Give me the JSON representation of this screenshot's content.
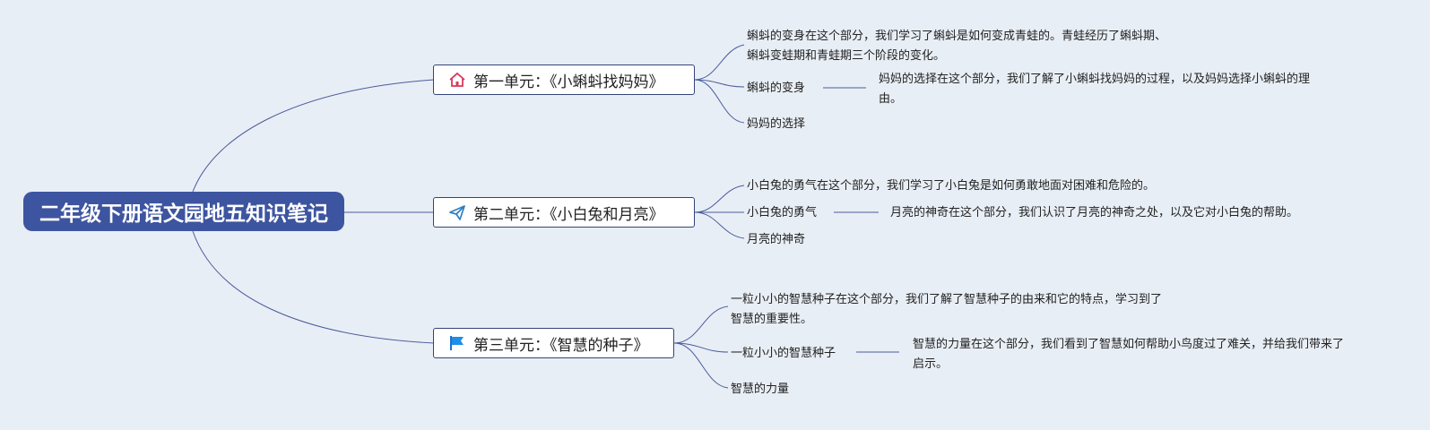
{
  "root": {
    "title": "二年级下册语文园地五知识笔记"
  },
  "units": [
    {
      "title": "第一单元：《小蝌蚪找妈妈》",
      "icon": "home-icon",
      "desc": "蝌蚪的变身在这个部分，我们学习了蝌蚪是如何变成青蛙的。青蛙经历了蝌蚪期、蝌蚪变蛙期和青蛙期三个阶段的变化。",
      "sub1": "蝌蚪的变身",
      "sub1_note": "妈妈的选择在这个部分，我们了解了小蝌蚪找妈妈的过程，以及妈妈选择小蝌蚪的理由。",
      "sub2": "妈妈的选择"
    },
    {
      "title": "第二单元：《小白兔和月亮》",
      "icon": "paper-plane-icon",
      "desc": "小白兔的勇气在这个部分，我们学习了小白兔是如何勇敢地面对困难和危险的。",
      "sub1": "小白兔的勇气",
      "sub1_note": "月亮的神奇在这个部分，我们认识了月亮的神奇之处，以及它对小白兔的帮助。",
      "sub2": "月亮的神奇"
    },
    {
      "title": "第三单元：《智慧的种子》",
      "icon": "flag-icon",
      "desc": "一粒小小的智慧种子在这个部分，我们了解了智慧种子的由来和它的特点，学习到了智慧的重要性。",
      "sub1": "一粒小小的智慧种子",
      "sub1_note": "智慧的力量在这个部分，我们看到了智慧如何帮助小鸟度过了难关，并给我们带来了启示。",
      "sub2": "智慧的力量"
    }
  ],
  "colors": {
    "root_bg": "#3d55a0",
    "line": "#4a5c9c",
    "border": "#34447a",
    "background": "#e8eef5"
  }
}
